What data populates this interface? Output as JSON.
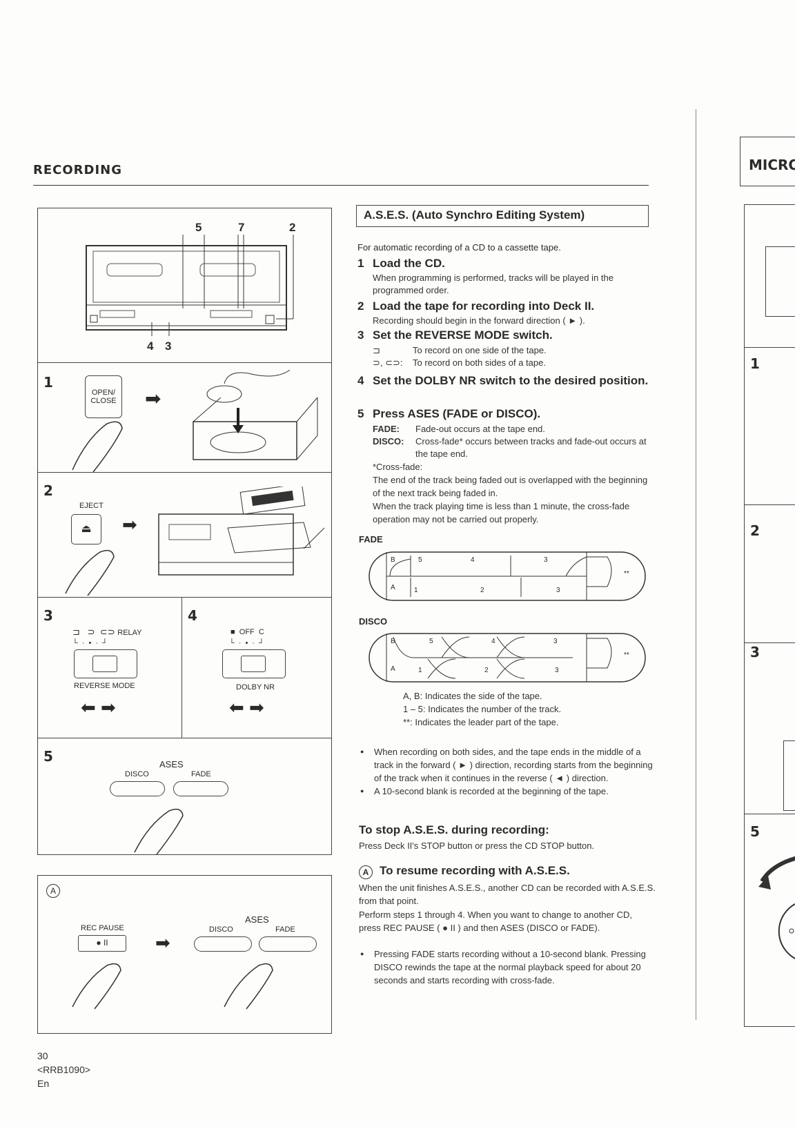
{
  "page": {
    "section_title": "RECORDING",
    "right_section_title": "MICRO",
    "footer": {
      "page_number": "30",
      "code": "<RRB1090>",
      "lang": "En"
    }
  },
  "figures": {
    "top_callouts": [
      "5",
      "7",
      "2",
      "4",
      "3"
    ],
    "panel_numbers": [
      "1",
      "2",
      "3",
      "4",
      "5"
    ],
    "open_close_label": "OPEN/ CLOSE",
    "eject_label": "EJECT",
    "relay_label": "RELAY",
    "reverse_mode_label": "REVERSE MODE",
    "off_label": "OFF",
    "dolby_nr_label": "DOLBY NR",
    "ases_label": "ASES",
    "disco_label": "DISCO",
    "fade_label": "FADE",
    "panel_a_marker": "A",
    "rec_pause_label": "REC PAUSE",
    "rec_pause_symbol": "● II"
  },
  "ases": {
    "title": "A.S.E.S. (Auto Synchro Editing System)",
    "intro": "For automatic recording of a CD to a cassette tape.",
    "steps": [
      {
        "num": "1",
        "heading": "Load the CD.",
        "body": "When programming is performed, tracks will be played in the programmed order."
      },
      {
        "num": "2",
        "heading": "Load the tape for recording into Deck II.",
        "body": "Recording should begin in the forward direction ( ► )."
      },
      {
        "num": "3",
        "heading": "Set the REVERSE MODE switch.",
        "body": ""
      },
      {
        "num": "4",
        "heading": "Set the DOLBY NR switch to the desired position.",
        "body": ""
      },
      {
        "num": "5",
        "heading": "Press ASES (FADE or DISCO).",
        "body": ""
      }
    ],
    "reverse_mode_defs": [
      {
        "sym": "⊐",
        "text": "To record on one side of the tape."
      },
      {
        "sym": "⊃, ⊂⊃:",
        "text": "To record on both sides of a tape."
      }
    ],
    "ases_defs": [
      {
        "term": "FADE:",
        "text": "Fade-out occurs at the tape end."
      },
      {
        "term": "DISCO:",
        "text": "Cross-fade* occurs between tracks and fade-out occurs at the tape end."
      }
    ],
    "crossfade_note": "*Cross-fade:",
    "crossfade_text_1": "The end of the track being faded out is overlapped with the beginning of the next track being faded in.",
    "crossfade_text_2": "When the track playing time is less than 1 minute, the cross-fade operation may not be carried out properly.",
    "diagram_fade_caption": "FADE",
    "diagram_disco_caption": "DISCO",
    "diagram_labels": {
      "side_b": "B",
      "side_a": "A",
      "b_tracks": [
        "5",
        "4",
        "3"
      ],
      "a_tracks": [
        "1",
        "2",
        "3"
      ],
      "leader": "**"
    },
    "legend": [
      "A, B: Indicates the side of the tape.",
      "1 – 5: Indicates the number of the track.",
      "**: Indicates the leader part of the tape."
    ],
    "bullets": [
      "When recording on both sides, and the tape ends in the middle of a track in the forward ( ► ) direction, recording starts from the beginning of the track when it continues in the reverse ( ◄ ) direction.",
      "A 10-second blank is recorded at the beginning of the tape."
    ],
    "stop_heading": "To stop A.S.E.S. during recording:",
    "stop_text": "Press Deck II's STOP button or press the CD STOP button.",
    "resume_marker": "A",
    "resume_heading": "To resume recording with A.S.E.S.",
    "resume_text_1": "When the unit finishes A.S.E.S., another CD can be recorded with A.S.E.S. from that point.",
    "resume_text_2": "Perform steps 1 through 4. When you want to change to another CD, press REC PAUSE ( ● II ) and then ASES (DISCO or FADE).",
    "resume_bullet": "Pressing FADE starts recording without a 10-second blank. Pressing DISCO rewinds the tape at the normal playback speed for about 20 seconds and starts recording with cross-fade."
  },
  "right_column": {
    "panel_numbers": [
      "1",
      "2",
      "3",
      "5"
    ]
  }
}
